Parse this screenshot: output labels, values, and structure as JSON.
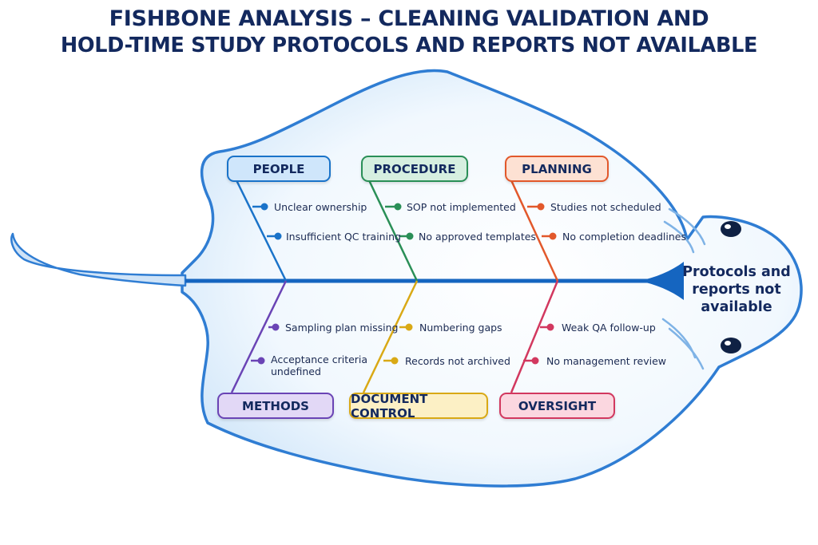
{
  "title": {
    "line1": "FISHBONE ANALYSIS – CLEANING VALIDATION AND",
    "line2": "HOLD-TIME STUDY PROTOCOLS AND REPORTS NOT AVAILABLE"
  },
  "effect": {
    "line1": "Protocols and",
    "line2": "reports not",
    "line3": "available"
  },
  "categories": {
    "people": {
      "label": "PEOPLE",
      "color": "#1a73c9",
      "fill": "#cfe6fb",
      "causes": [
        "Unclear ownership",
        "Insufficient QC training"
      ]
    },
    "procedure": {
      "label": "PROCEDURE",
      "color": "#2a8f57",
      "fill": "#d6efe0",
      "causes": [
        "SOP not implemented",
        "No approved templates"
      ]
    },
    "planning": {
      "label": "PLANNING",
      "color": "#e2582b",
      "fill": "#fde1d3",
      "causes": [
        "Studies not scheduled",
        "No completion deadlines"
      ]
    },
    "methods": {
      "label": "METHODS",
      "color": "#6a44b5",
      "fill": "#e2d8f6",
      "causes": [
        "Sampling plan missing",
        "Acceptance criteria",
        "undefined"
      ]
    },
    "document_control": {
      "label": "DOCUMENT CONTROL",
      "color": "#d9a915",
      "fill": "#fcf0c5",
      "causes": [
        "Numbering gaps",
        "Records not archived"
      ]
    },
    "oversight": {
      "label": "OVERSIGHT",
      "color": "#d2385f",
      "fill": "#fbd7e0",
      "causes": [
        "Weak QA follow-up",
        "No management review"
      ]
    }
  },
  "colors": {
    "spine": "#1565c0",
    "outline": "#2f7dd3",
    "body_fill": "#eaf4fd",
    "title": "#13295e"
  }
}
